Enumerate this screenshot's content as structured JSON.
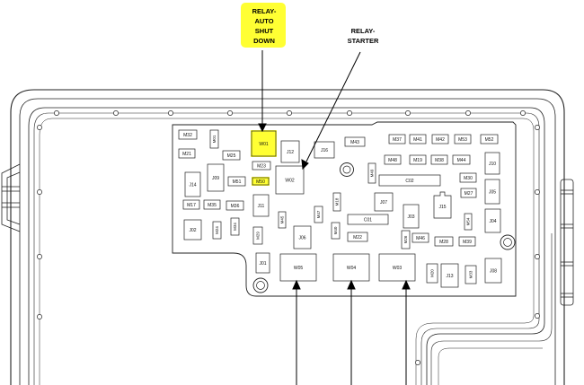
{
  "annotations": {
    "asd_lines": [
      "RELAY-",
      "AUTO",
      "SHUT",
      "DOWN"
    ],
    "starter_lines": [
      "RELAY-",
      "STARTER"
    ]
  },
  "highlight_color": "#ffff33",
  "boxes": {
    "M32": "M32",
    "M01": "M01",
    "W01": "W01",
    "J12": "J12",
    "J16": "J16",
    "M43": "M43",
    "M37": "M37",
    "M41": "M41",
    "M42": "M42",
    "M53": "M53",
    "M52": "M52",
    "M21": "M21",
    "M25": "M25",
    "M23": "M23",
    "W02": "W02",
    "M49": "M49",
    "M48": "M48",
    "M19": "M19",
    "M38": "M38",
    "M44": "M44",
    "J10": "J10",
    "J14": "J14",
    "J09": "J09",
    "M51": "M51",
    "M50": "M50",
    "C02": "C02",
    "M30": "M30",
    "J05": "J05",
    "M17": "M17",
    "M35": "M35",
    "M36": "M36",
    "J11": "J11",
    "M47": "M47",
    "M18": "M18",
    "J07": "J07",
    "J15": "J15",
    "M27": "M27",
    "M45": "M45",
    "C01": "C01",
    "M40": "M40",
    "J03": "J03",
    "M54": "M54",
    "J04": "J04",
    "J02": "J02",
    "M24": "M24",
    "M34": "M34",
    "M29": "M29",
    "J06": "J06",
    "M22": "M22",
    "M26": "M26",
    "M46": "M46",
    "M28": "M28",
    "M39": "M39",
    "J01": "J01",
    "W05": "W05",
    "W04": "W04",
    "W03": "W03",
    "M20": "M20",
    "J13": "J13",
    "M33": "M33",
    "J08": "J08"
  }
}
